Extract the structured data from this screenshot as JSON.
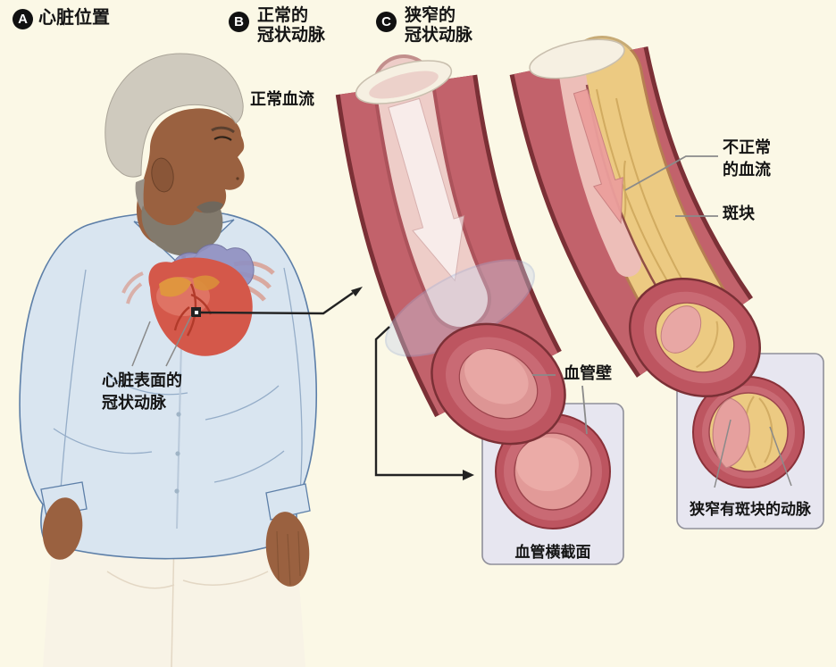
{
  "panels": {
    "a": {
      "badge": "A",
      "title": "心脏位置"
    },
    "b": {
      "badge": "B",
      "title_line1": "正常的",
      "title_line2": "冠状动脉"
    },
    "c": {
      "badge": "C",
      "title_line1": "狭窄的",
      "title_line2": "冠状动脉"
    }
  },
  "labels": {
    "normal_flow": "正常血流",
    "abnormal_flow_line1": "不正常",
    "abnormal_flow_line2": "的血流",
    "plaque": "斑块",
    "vessel_wall": "血管壁",
    "vessel_cross_section": "血管横截面",
    "narrowed_artery_with_plaque": "狭窄有斑块的动脉",
    "heart_surface_line1": "心脏表面的",
    "heart_surface_line2": "冠状动脉"
  },
  "colors": {
    "background": "#fbf8e6",
    "text": "#141414",
    "badge": "#111111",
    "badge_text": "#ffffff",
    "leader": "#8a8a8a",
    "arrow": "#222222",
    "artery_wall": "#c2626b",
    "artery_wall_dark": "#7b3036",
    "artery_lumen": "#eecdc8",
    "artery_ring": "#bd5560",
    "artery_ring_mid": "#c96a74",
    "artery_ring_inner": "#e29a98",
    "plaque": "#ecca82",
    "plaque_line": "#caa258",
    "box_bg": "#e7e6f0",
    "box_border": "#8f8f9a",
    "skin": "#9a6140",
    "skin_dark": "#8a5638",
    "hair": "#cfcabe",
    "beard": "#827a6d",
    "shirt": "#d9e5f0",
    "shirt_line": "#5d7fa8",
    "collar": "#e9f1f8",
    "pants": "#f8f3e6",
    "heart": "#d4584a",
    "heart_fat": "#e0953f",
    "heart_vessel": "#9191c2",
    "vessel_red": "#b23a2a"
  }
}
